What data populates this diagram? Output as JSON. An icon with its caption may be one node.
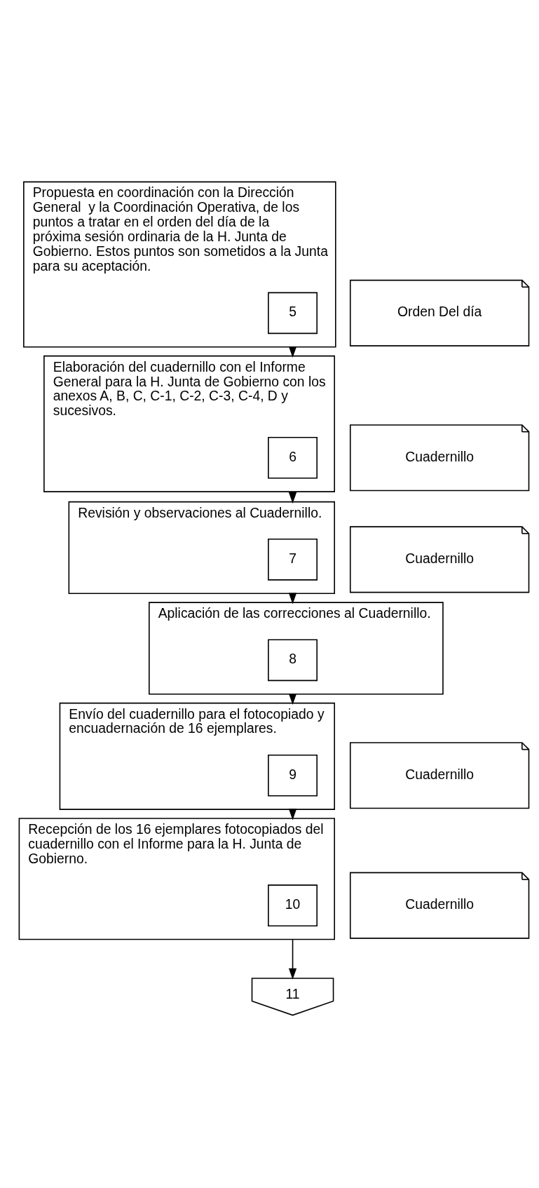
{
  "diagram": {
    "nodes": [
      {
        "text": [
          "Propuesta en coordinación con la Dirección General  y la Coordinación Operativa, de los puntos a tratar en el orden del día de la próxima sesión ordinaria de la H. Junta de Gobierno. Estos puntos son sometidos a la Junta para su aceptación."
        ]
      },
      {
        "text": [
          "5"
        ],
        "in": 0
      },
      {
        "text": [
          "Orden Del día"
        ]
      },
      {
        "text": [
          "Elaboración del cuadernillo con el Informe General para la H. Junta de Gobierno con los anexos A, B, C, C-1, C-2, C-3, C-4, D y sucesivos."
        ]
      },
      {
        "text": [
          "6"
        ],
        "in": 3
      },
      {
        "text": [
          "Cuadernillo"
        ]
      },
      {
        "text": [
          "Revisión y observaciones al Cuadernillo."
        ]
      },
      {
        "text": [
          "7"
        ],
        "in": 6
      },
      {
        "text": [
          "Cuadernillo"
        ]
      },
      {
        "text": [
          "Aplicación de las correcciones al Cuadernillo."
        ]
      },
      {
        "text": [
          "8"
        ],
        "in": 9
      },
      {
        "text": [
          "Envío del cuadernillo para el fotocopiado y encuadernación de 16 ejemplares."
        ]
      },
      {
        "text": [
          "9"
        ],
        "in": 11
      },
      {
        "text": [
          "Cuadernillo"
        ]
      },
      {
        "text": [
          "Recepción de los 16 ejemplares fotocopiados del cuadernillo con el Informe para la H. Junta de Gobierno."
        ]
      },
      {
        "text": [
          "10"
        ],
        "in": 14
      },
      {
        "text": [
          "Cuadernillo"
        ]
      },
      {
        "text": [
          "11"
        ]
      }
    ],
    "edges": [
      {
        "from": 0,
        "to": 3,
        "arrow": "to"
      },
      {
        "from": 3,
        "to": 6,
        "arrow": "to"
      },
      {
        "from": 6,
        "to": 9,
        "arrow": "to"
      },
      {
        "from": 9,
        "to": 11,
        "arrow": "to"
      },
      {
        "from": 11,
        "to": 14,
        "arrow": "to"
      },
      {
        "from": 14,
        "to": 17,
        "arrow": "to"
      }
    ]
  }
}
